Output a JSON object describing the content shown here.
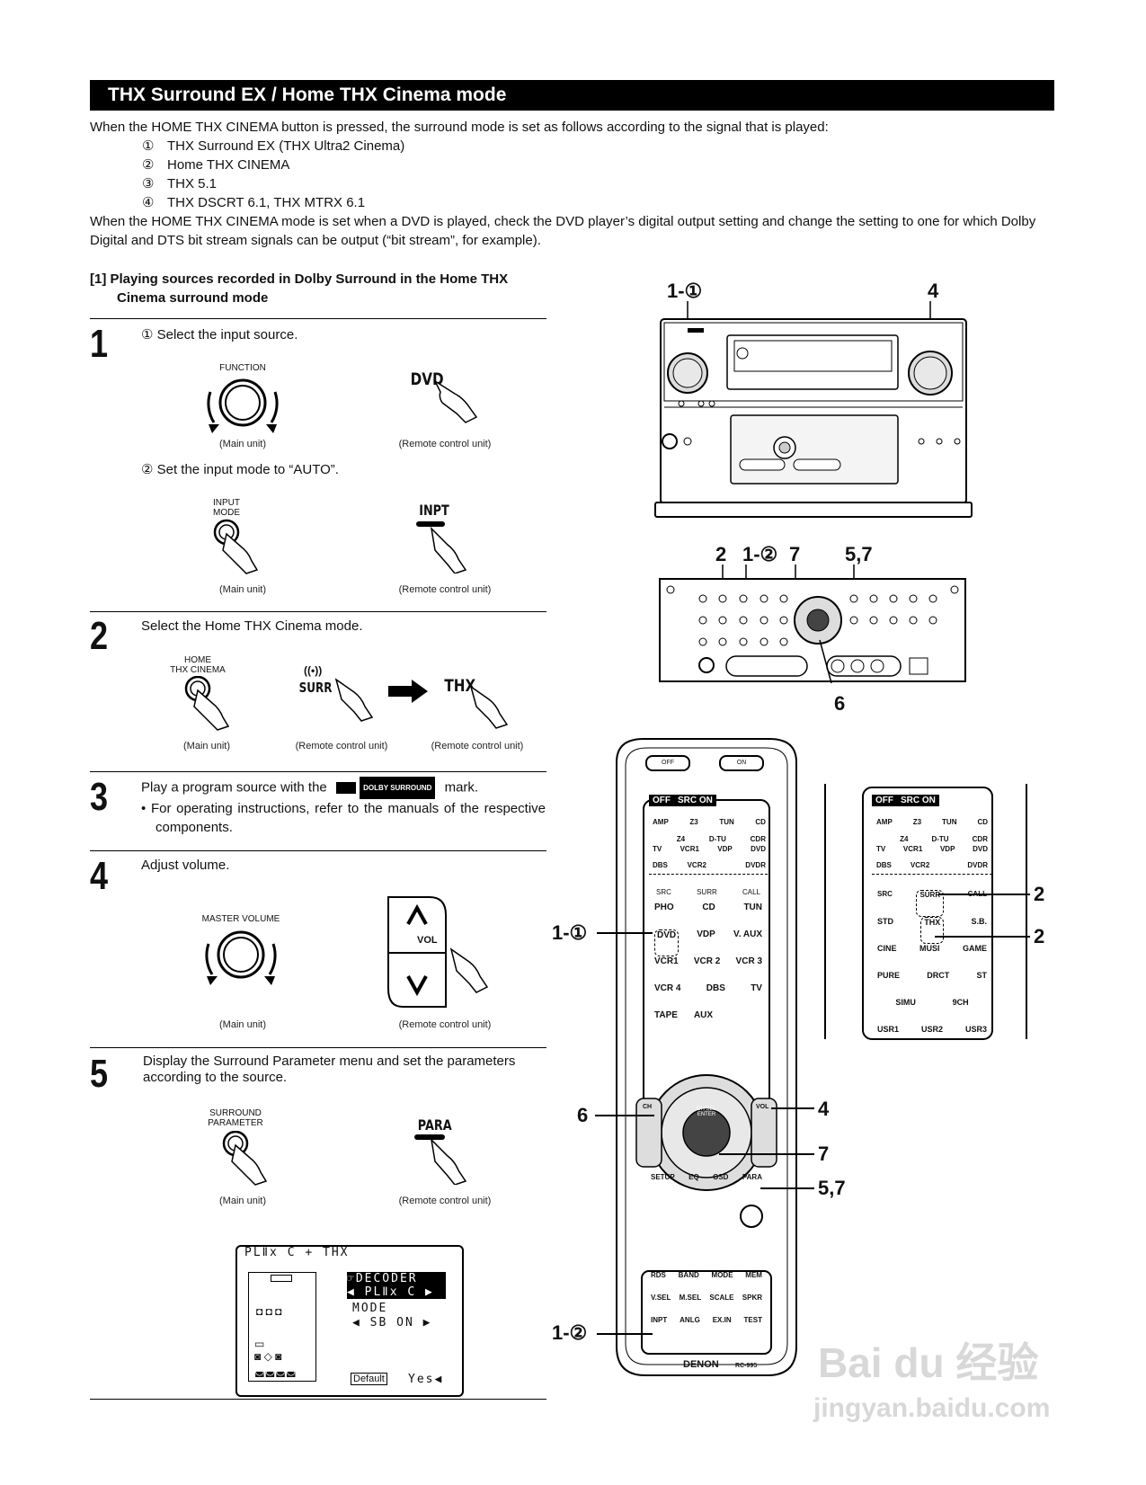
{
  "header": {
    "title": "THX Surround EX / Home THX Cinema mode"
  },
  "intro": {
    "line1": "When the HOME THX CINEMA button is pressed, the surround mode is set as follows according to the signal that is played:",
    "items": [
      {
        "n": "①",
        "text": "THX Surround EX (THX Ultra2 Cinema)"
      },
      {
        "n": "②",
        "text": "Home THX CINEMA"
      },
      {
        "n": "③",
        "text": "THX 5.1"
      },
      {
        "n": "④",
        "text": "THX DSCRT 6.1, THX MTRX 6.1"
      }
    ],
    "line2": "When the HOME THX CINEMA mode is set when a DVD is played, check the DVD player’s digital output setting and change the setting to one for which Dolby Digital and DTS bit stream signals can be output (“bit stream”, for example)."
  },
  "section": {
    "title_l1": "[1]  Playing sources recorded in Dolby Surround in the Home THX",
    "title_l2": "Cinema surround mode"
  },
  "steps": {
    "s1": {
      "num": "1",
      "a": "① Select the input source.",
      "b": "② Set the input mode to “AUTO”.",
      "function_label": "FUNCTION",
      "dvd_key": "DVD",
      "input_mode_l1": "INPUT",
      "input_mode_l2": "MODE",
      "inpt_key": "INPT"
    },
    "s2": {
      "num": "2",
      "text": "Select the Home THX Cinema mode.",
      "home_l1": "HOME",
      "home_l2": "THX CINEMA",
      "surr_key": "SURR",
      "thx_key": "THX"
    },
    "s3": {
      "num": "3",
      "text_a": "Play a program source with the",
      "logo": "DOLBY SURROUND",
      "text_b": "mark.",
      "bullet": "•  For operating instructions, refer to the manuals of the respective components."
    },
    "s4": {
      "num": "4",
      "text": "Adjust volume.",
      "master_label": "MASTER VOLUME",
      "vol_label": "VOL"
    },
    "s5": {
      "num": "5",
      "text_l1": "Display the Surround Parameter menu and set the parameters",
      "text_l2": "according to the source.",
      "sp_l1": "SURROUND",
      "sp_l2": "PARAMETER",
      "para_key": "PARA"
    }
  },
  "captions": {
    "main": "(Main unit)",
    "remote": "(Remote control unit)"
  },
  "osd": {
    "title": "PLⅡx C + THX",
    "decoder": "☞DECODER",
    "decoder_val": "◀  PLⅡx C  ▶",
    "mode": "MODE",
    "mode_val": "◀  SB ON    ▶",
    "default_btn": "Default",
    "yes": "Yes◀"
  },
  "callouts": {
    "front_1": "1-①",
    "front_4": "4",
    "panel_2": "2",
    "panel_12": "1-②",
    "panel_7": "7",
    "panel_57": "5,7",
    "panel_6": "6",
    "remote_11": "1-①",
    "remote_6": "6",
    "remote_4": "4",
    "remote_7": "7",
    "remote_57": "5,7",
    "remote_12": "1-②",
    "side_2a": "2",
    "side_2b": "2"
  },
  "remote": {
    "off": "OFF",
    "on": "ON",
    "src_on": "SRC ON",
    "row1": [
      "AMP",
      "Z3",
      "TUN",
      "CD"
    ],
    "row2a": [
      "",
      "Z4",
      "D-TU",
      "CDR"
    ],
    "row2b": [
      "TV",
      "VCR1",
      "VDP",
      "DVD"
    ],
    "row3": [
      "DBS",
      "VCR2",
      "",
      "DVDR"
    ],
    "row4": [
      "SRC",
      "SURR",
      "CALL"
    ],
    "grid": [
      [
        "PHO",
        "CD",
        "TUN"
      ],
      [
        "DVD",
        "VDP",
        "V. AUX"
      ],
      [
        "VCR1",
        "VCR 2",
        "VCR 3"
      ],
      [
        "VCR 4",
        "DBS",
        "TV"
      ],
      [
        "TAPE",
        "AUX"
      ]
    ],
    "ch": "CH",
    "vol": "VOL",
    "ch_sel": "CH SEL",
    "enter": "ENTER",
    "mid": [
      "SETUP",
      "EQ",
      "OSD",
      "PARA"
    ],
    "b1": [
      "RDS",
      "BAND",
      "MODE",
      "MEM"
    ],
    "b2": [
      "V.SEL",
      "M.SEL",
      "SCALE",
      "SPKR"
    ],
    "b3": [
      "INPT",
      "ANLG",
      "EX.IN",
      "TEST"
    ],
    "brand": "DENON",
    "model": "RC-995"
  },
  "remote2": {
    "grid": [
      [
        "SRC",
        "SURR",
        "CALL"
      ],
      [
        "STD",
        "THX",
        "S.B."
      ],
      [
        "CINE",
        "MUSI",
        "GAME"
      ],
      [
        "PURE",
        "DRCT",
        "ST"
      ],
      [
        "",
        "SIMU",
        "9CH"
      ],
      [
        "USR1",
        "USR2",
        "USR3"
      ]
    ]
  },
  "watermark": {
    "brand": "Bai du 经验",
    "url": "jingyan.baidu.com"
  }
}
